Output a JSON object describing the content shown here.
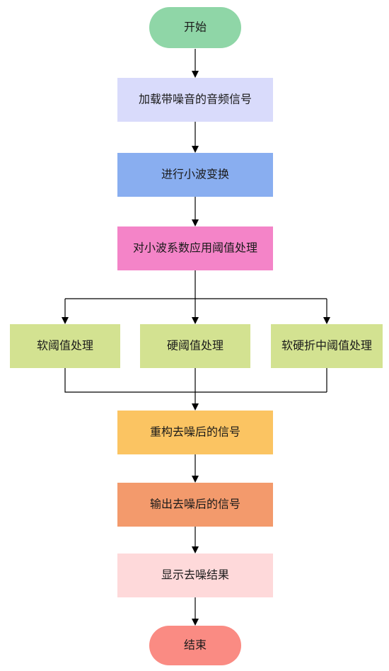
{
  "nodes": {
    "start": {
      "label": "开始",
      "color": "#8fd6a7",
      "shape": "terminal"
    },
    "load": {
      "label": "加载带噪音的音频信号",
      "color": "#d9dbfb",
      "shape": "process"
    },
    "wavelet": {
      "label": "进行小波变换",
      "color": "#89aef0",
      "shape": "process"
    },
    "threshold": {
      "label": "对小波系数应用阈值处理",
      "color": "#f484c8",
      "shape": "process"
    },
    "soft": {
      "label": "软阈值处理",
      "color": "#d3e291",
      "shape": "process"
    },
    "hard": {
      "label": "硬阈值处理",
      "color": "#d3e291",
      "shape": "process"
    },
    "compromise": {
      "label": "软硬折中阈值处理",
      "color": "#d3e291",
      "shape": "process"
    },
    "reconstruct": {
      "label": "重构去噪后的信号",
      "color": "#fbc462",
      "shape": "process"
    },
    "output": {
      "label": "输出去噪后的信号",
      "color": "#f39a6c",
      "shape": "process"
    },
    "display": {
      "label": "显示去噪结果",
      "color": "#fed9da",
      "shape": "process"
    },
    "end": {
      "label": "结束",
      "color": "#fa8b83",
      "shape": "terminal"
    }
  },
  "edges": [
    [
      "start",
      "load"
    ],
    [
      "load",
      "wavelet"
    ],
    [
      "wavelet",
      "threshold"
    ],
    [
      "threshold",
      "soft"
    ],
    [
      "threshold",
      "hard"
    ],
    [
      "threshold",
      "compromise"
    ],
    [
      "soft",
      "reconstruct"
    ],
    [
      "hard",
      "reconstruct"
    ],
    [
      "compromise",
      "reconstruct"
    ],
    [
      "reconstruct",
      "output"
    ],
    [
      "output",
      "display"
    ],
    [
      "display",
      "end"
    ]
  ]
}
